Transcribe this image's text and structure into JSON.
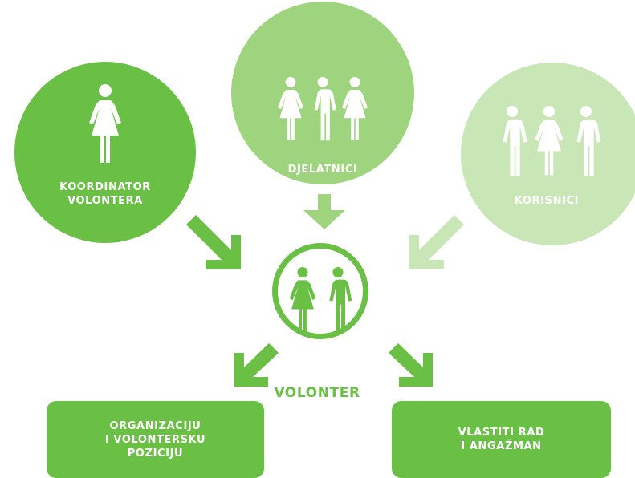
{
  "colors": {
    "dark": "#6abf45",
    "medium": "#9ed47d",
    "light": "#c9e6b6",
    "text": "#ffffff"
  },
  "circles": {
    "coordinator": {
      "label": "KOORDINATOR\nVOLONTERA",
      "icons": [
        "female-icon"
      ]
    },
    "staff": {
      "label": "DJELATNICI",
      "icons": [
        "female-icon",
        "male-icon",
        "female-icon"
      ]
    },
    "users": {
      "label": "KORISNICI",
      "icons": [
        "male-icon",
        "female-icon",
        "male-icon"
      ]
    }
  },
  "center": {
    "label": "VOLONTER",
    "icons": [
      "female-icon",
      "male-icon"
    ]
  },
  "boxes": {
    "left": {
      "label": "ORGANIZACIJU\nI VOLONTERSKU\nPOZICIJU"
    },
    "right": {
      "label": "VLASTITI RAD\nI ANGAŽMAN"
    }
  }
}
